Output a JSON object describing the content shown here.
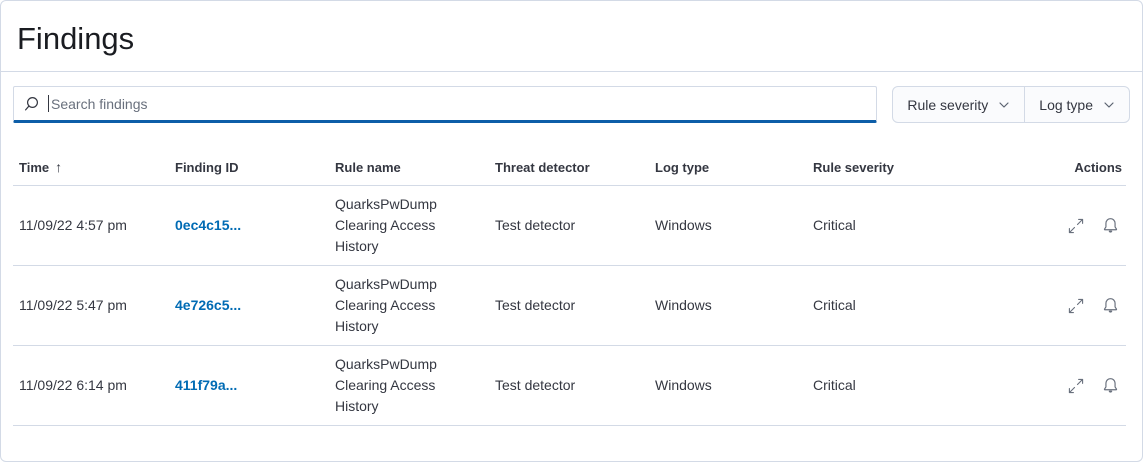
{
  "page": {
    "title": "Findings"
  },
  "toolbar": {
    "search": {
      "placeholder": "Search findings",
      "icon": "search-icon"
    },
    "filters": [
      {
        "label": "Rule severity",
        "icon": "chevron-down-icon"
      },
      {
        "label": "Log type",
        "icon": "chevron-down-icon"
      }
    ]
  },
  "table": {
    "columns": [
      {
        "label": "Time",
        "sorted": "ascending",
        "sort_glyph": "↑"
      },
      {
        "label": "Finding ID"
      },
      {
        "label": "Rule name"
      },
      {
        "label": "Threat detector"
      },
      {
        "label": "Log type"
      },
      {
        "label": "Rule severity"
      },
      {
        "label": "Actions"
      }
    ],
    "rows": [
      {
        "time": "11/09/22 4:57 pm",
        "finding_id": "0ec4c15...",
        "rule_name": "QuarksPwDump Clearing Access History",
        "threat_detector": "Test detector",
        "log_type": "Windows",
        "rule_severity": "Critical",
        "actions": [
          "expand-icon",
          "bell-icon"
        ]
      },
      {
        "time": "11/09/22 5:47 pm",
        "finding_id": "4e726c5...",
        "rule_name": "QuarksPwDump Clearing Access History",
        "threat_detector": "Test detector",
        "log_type": "Windows",
        "rule_severity": "Critical",
        "actions": [
          "expand-icon",
          "bell-icon"
        ]
      },
      {
        "time": "11/09/22 6:14 pm",
        "finding_id": "411f79a...",
        "rule_name": "QuarksPwDump Clearing Access History",
        "threat_detector": "Test detector",
        "log_type": "Windows",
        "rule_severity": "Critical",
        "actions": [
          "expand-icon",
          "bell-icon"
        ]
      }
    ]
  },
  "colors": {
    "focus_underline": "#0D5EA8",
    "link": "#006BB4",
    "border": "#D3DAE6",
    "text": "#343741"
  }
}
